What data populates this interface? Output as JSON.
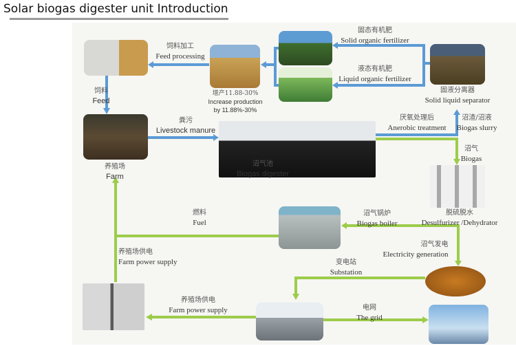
{
  "title": "Solar biogas digester unit Introduction",
  "colors": {
    "blue_arrow": "#5b9bd5",
    "green_arrow": "#9ccc4a",
    "farm_label": "#e2403a"
  },
  "labels": {
    "feed_processing": {
      "zh": "饲料加工",
      "en": "Feed processing"
    },
    "increase": {
      "zh": "增产11.88-30%",
      "en": "Increase production",
      "en2": "by 11.88%-30%"
    },
    "solid_fert": {
      "zh": "固态有机肥",
      "en": "Solid organic fertilizer"
    },
    "liquid_fert": {
      "zh": "液态有机肥",
      "en": "Liquid organic fertilizer"
    },
    "separator": {
      "zh": "固液分离器",
      "en": "Solid liquid separator"
    },
    "feed": {
      "zh": "饲料",
      "en": "Feed"
    },
    "manure": {
      "zh": "粪污",
      "en": "Livestock manure"
    },
    "digester": {
      "zh": "沼气池",
      "en": "Biogas digester"
    },
    "anaerobic": {
      "zh": "厌氧处理后",
      "en": "Anerobic treatment"
    },
    "slurry": {
      "zh": "沼渣/沼液",
      "en": "Biogas slurry"
    },
    "biogas": {
      "zh": "沼气",
      "en": "Biogas"
    },
    "farm": {
      "zh": "养殖场",
      "en": "Farm"
    },
    "desulf": {
      "zh": "脱硫脱水",
      "en": "Desulfurizer /Dehydrator"
    },
    "fuel": {
      "zh": "燃料",
      "en": "Fuel"
    },
    "boiler": {
      "zh": "沼气锅炉",
      "en": "Biogas boiler"
    },
    "electricity": {
      "zh": "沼气发电",
      "en": "Electricity generation"
    },
    "farm_power1": {
      "zh": "养殖场供电",
      "en": "Farm power supply"
    },
    "substation": {
      "zh": "变电站",
      "en": "Substation"
    },
    "farm_power2": {
      "zh": "养殖场供电",
      "en": "Farm power supply"
    },
    "grid": {
      "zh": "电网",
      "en": "The grid"
    }
  }
}
